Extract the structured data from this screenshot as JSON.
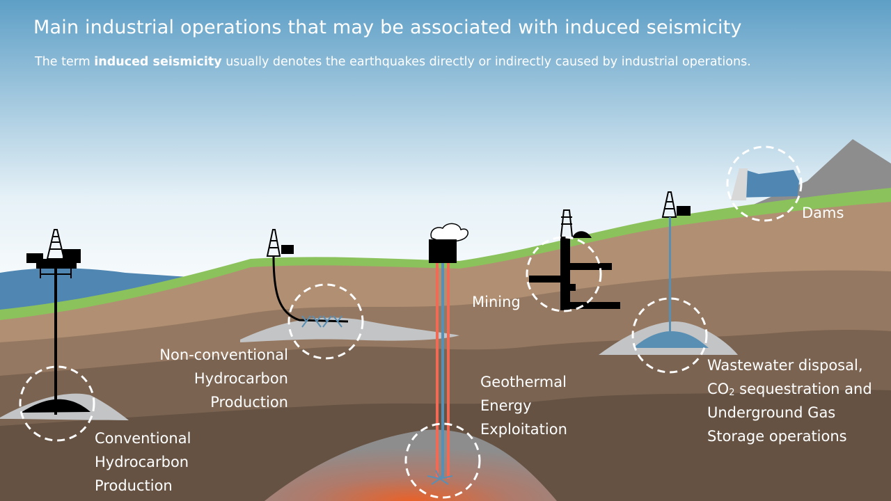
{
  "header": {
    "title": "Main industrial operations that may be associated with induced seismicity",
    "subtitle_prefix": "The term ",
    "subtitle_bold": "induced seismicity",
    "subtitle_suffix": " usually denotes the earthquakes directly or indirectly caused by industrial operations."
  },
  "labels": {
    "conventional": [
      "Conventional",
      "Hydrocarbon",
      "Production"
    ],
    "nonconventional": [
      "Non-conventional",
      "Hydrocarbon",
      "Production"
    ],
    "geothermal": [
      "Geothermal",
      "Energy",
      "Exploitation"
    ],
    "mining": "Mining",
    "dams": "Dams",
    "wastewater": {
      "line1": "Wastewater disposal,",
      "co2_prefix": "CO",
      "co2_sub": "2",
      "co2_suffix": " sequestration and",
      "line3": "Underground Gas",
      "line4": "Storage operations"
    }
  },
  "colors": {
    "sky_top": "#5e9fc6",
    "sky_bottom": "#ffffff",
    "sea": "#4f86b2",
    "grass": "#8cc25c",
    "soil_light": "#b08f73",
    "soil_mid": "#957861",
    "soil_dark": "#7a6351",
    "soil_deep": "#655243",
    "reservoir": "#c2c4c6",
    "mountain": "#8d8d8d",
    "magma": "#e8622a",
    "hot_pipe": "#f06a55",
    "cold_pipe": "#5a8fb4",
    "infrastructure": "#000000",
    "highlight_circle": "#ffffff"
  }
}
